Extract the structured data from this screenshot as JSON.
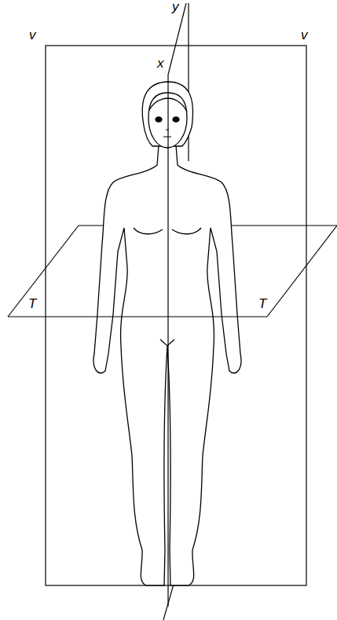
{
  "diagram": {
    "labels": [
      "y",
      "v",
      "v",
      "x",
      "T",
      "T"
    ]
  }
}
